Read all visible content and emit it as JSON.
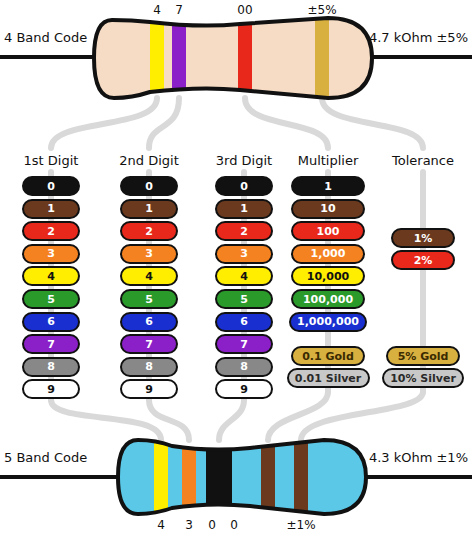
{
  "diagram": {
    "nodes": [
      {
        "text": [
          "0"
        ]
      },
      {
        "text": [
          "1"
        ]
      },
      {
        "text": [
          "2"
        ]
      },
      {
        "text": [
          "3"
        ]
      },
      {
        "text": [
          "4"
        ]
      },
      {
        "text": [
          "5"
        ]
      },
      {
        "text": [
          "6"
        ]
      },
      {
        "text": [
          "7"
        ]
      },
      {
        "text": [
          "8"
        ]
      },
      {
        "text": [
          "9"
        ]
      },
      {
        "text": [
          "0"
        ]
      },
      {
        "text": [
          "1"
        ]
      },
      {
        "text": [
          "2"
        ]
      },
      {
        "text": [
          "3"
        ]
      },
      {
        "text": [
          "4"
        ]
      },
      {
        "text": [
          "5"
        ]
      },
      {
        "text": [
          "6"
        ]
      },
      {
        "text": [
          "7"
        ]
      },
      {
        "text": [
          "8"
        ]
      },
      {
        "text": [
          "9"
        ]
      },
      {
        "text": [
          "0"
        ]
      },
      {
        "text": [
          "1"
        ]
      },
      {
        "text": [
          "2"
        ]
      },
      {
        "text": [
          "3"
        ]
      },
      {
        "text": [
          "4"
        ]
      },
      {
        "text": [
          "5"
        ]
      },
      {
        "text": [
          "6"
        ]
      },
      {
        "text": [
          "7"
        ]
      },
      {
        "text": [
          "8"
        ]
      },
      {
        "text": [
          "9"
        ]
      },
      {
        "text": [
          "1"
        ]
      },
      {
        "text": [
          "10"
        ]
      },
      {
        "text": [
          "100"
        ]
      },
      {
        "text": [
          "1,000"
        ]
      },
      {
        "text": [
          "10,000"
        ]
      },
      {
        "text": [
          "100,000"
        ]
      },
      {
        "text": [
          "1,000,000"
        ]
      },
      {
        "text": [
          "0.1 Gold"
        ]
      },
      {
        "text": [
          "0.01 Silver"
        ]
      },
      {
        "text": [
          "1%"
        ]
      },
      {
        "text": [
          "2%"
        ]
      },
      {
        "text": [
          "5% Gold"
        ]
      },
      {
        "text": [
          "10% Silver"
        ]
      }
    ],
    "labels": [
      "4 Band Code",
      "4.7 kOhm ±5%",
      "4",
      "7",
      "00",
      "±5%",
      "1st Digit",
      "2nd Digit",
      "3rd Digit",
      "Multiplier",
      "Tolerance",
      "5 Band Code",
      "4.3 kOhm ±1%",
      "4",
      "3",
      "0",
      "0",
      "±1%"
    ]
  }
}
